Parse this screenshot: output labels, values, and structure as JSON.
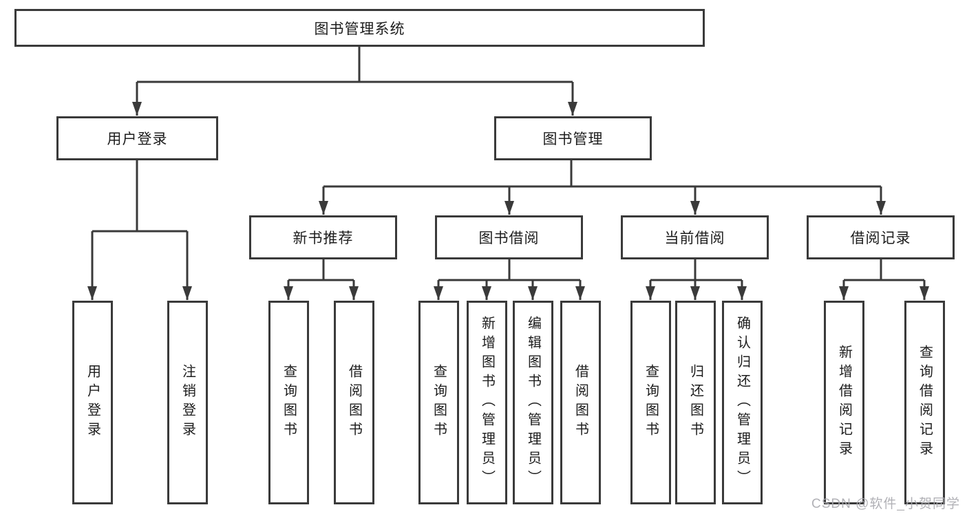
{
  "tree": {
    "root": "图书管理系统",
    "user": {
      "label": "用户登录",
      "leaves": [
        "用户登录",
        "注销登录"
      ]
    },
    "book": {
      "label": "图书管理",
      "sections": [
        {
          "label": "新书推荐",
          "leaves": [
            "查询图书",
            "借阅图书"
          ]
        },
        {
          "label": "图书借阅",
          "leaves": [
            "查询图书",
            "新增图书（管理员）",
            "编辑图书（管理员）",
            "借阅图书"
          ]
        },
        {
          "label": "当前借阅",
          "leaves": [
            "查询图书",
            "归还图书",
            "确认归还（管理员）"
          ]
        },
        {
          "label": "借阅记录",
          "leaves": [
            "新增借阅记录",
            "查询借阅记录"
          ]
        }
      ]
    }
  },
  "watermark": "CSDN @软件_小贺同学",
  "colors": {
    "line": "#3a3a3a",
    "text": "#1d1d1d",
    "background": "#ffffff",
    "watermark": "#a8a8ae"
  }
}
